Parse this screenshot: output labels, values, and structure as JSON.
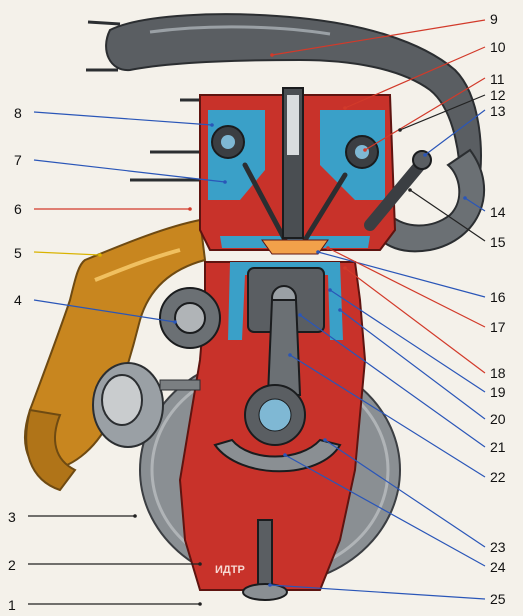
{
  "colors": {
    "background": "#f4f1ea",
    "block_red": "#c8322a",
    "coolant_blue": "#3aa0c8",
    "cast_grey": "#7b7f82",
    "dark_metal": "#3b3e42",
    "manifold_gold": "#c8861f",
    "leader_black": "#222222",
    "leader_red": "#d23a2a",
    "leader_blue": "#2a56b8",
    "leader_yellow": "#d9b300"
  },
  "labels": [
    {
      "id": "1",
      "text": "1",
      "leader_color": "#222222"
    },
    {
      "id": "2",
      "text": "2",
      "leader_color": "#222222"
    },
    {
      "id": "3",
      "text": "3",
      "leader_color": "#222222"
    },
    {
      "id": "4",
      "text": "4",
      "leader_color": "#2a56b8"
    },
    {
      "id": "5",
      "text": "5",
      "leader_color": "#d9b300"
    },
    {
      "id": "6",
      "text": "6",
      "leader_color": "#d23a2a"
    },
    {
      "id": "7",
      "text": "7",
      "leader_color": "#2a56b8"
    },
    {
      "id": "8",
      "text": "8",
      "leader_color": "#2a56b8"
    },
    {
      "id": "9",
      "text": "9",
      "leader_color": "#d23a2a"
    },
    {
      "id": "10",
      "text": "10",
      "leader_color": "#d23a2a"
    },
    {
      "id": "11",
      "text": "11",
      "leader_color": "#d23a2a"
    },
    {
      "id": "12",
      "text": "12",
      "leader_color": "#222222"
    },
    {
      "id": "13",
      "text": "13",
      "leader_color": "#2a56b8"
    },
    {
      "id": "14",
      "text": "14",
      "leader_color": "#2a56b8"
    },
    {
      "id": "15",
      "text": "15",
      "leader_color": "#222222"
    },
    {
      "id": "16",
      "text": "16",
      "leader_color": "#2a56b8"
    },
    {
      "id": "17",
      "text": "17",
      "leader_color": "#d23a2a"
    },
    {
      "id": "18",
      "text": "18",
      "leader_color": "#d23a2a"
    },
    {
      "id": "19",
      "text": "19",
      "leader_color": "#2a56b8"
    },
    {
      "id": "20",
      "text": "20",
      "leader_color": "#2a56b8"
    },
    {
      "id": "21",
      "text": "21",
      "leader_color": "#2a56b8"
    },
    {
      "id": "22",
      "text": "22",
      "leader_color": "#2a56b8"
    },
    {
      "id": "23",
      "text": "23",
      "leader_color": "#2a56b8"
    },
    {
      "id": "24",
      "text": "24",
      "leader_color": "#2a56b8"
    },
    {
      "id": "25",
      "text": "25",
      "leader_color": "#2a56b8"
    }
  ],
  "sump_stamp": "ИДТР"
}
